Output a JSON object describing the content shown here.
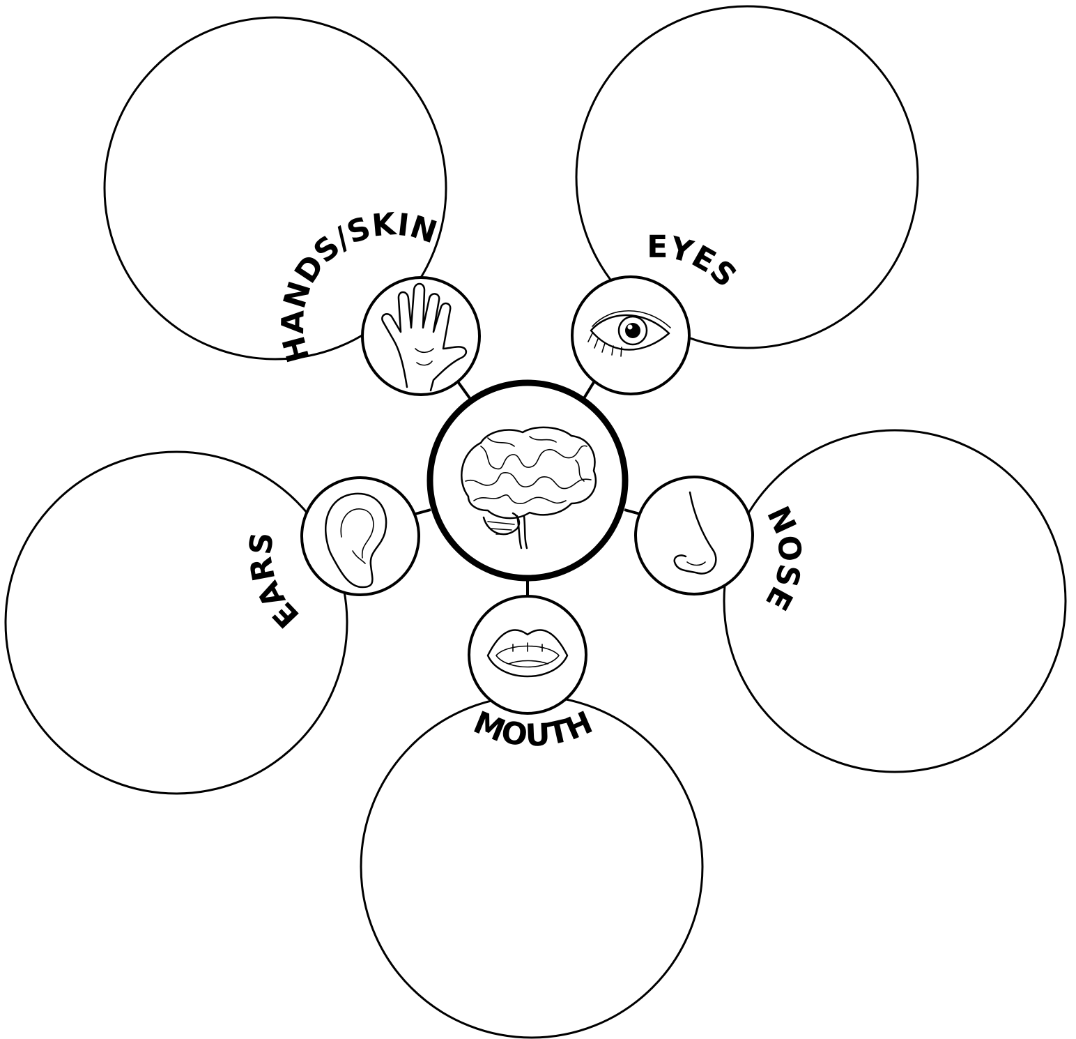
{
  "center": {
    "icon": "brain-icon"
  },
  "senses": [
    {
      "key": "hands",
      "label": "HANDS/SKIN",
      "icon": "hand-icon"
    },
    {
      "key": "eyes",
      "label": "EYES",
      "icon": "eye-icon"
    },
    {
      "key": "ears",
      "label": "EARS",
      "icon": "ear-icon"
    },
    {
      "key": "nose",
      "label": "NOSE",
      "icon": "nose-icon"
    },
    {
      "key": "mouth",
      "label": "MOUTH",
      "icon": "mouth-icon"
    }
  ],
  "colors": {
    "ink": "#000000",
    "background": "#ffffff"
  }
}
